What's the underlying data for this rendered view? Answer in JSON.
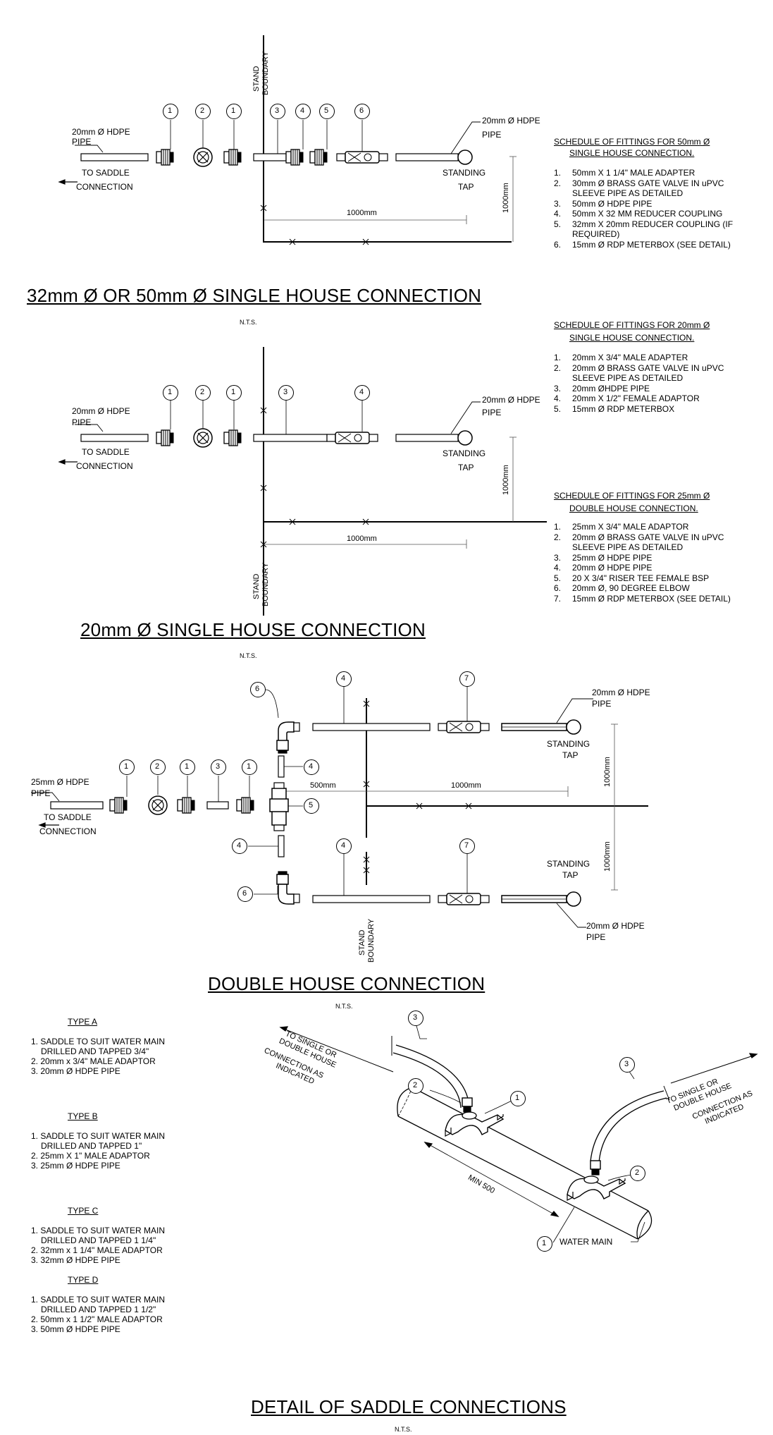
{
  "section1": {
    "title": "32mm Ø OR 50mm Ø SINGLE HOUSE CONNECTION",
    "nts": "N.T.S.",
    "boundary_a": "STAND",
    "boundary_b": "BOUNDARY",
    "pipe_left_a": "20mm Ø HDPE",
    "pipe_left_b": "PIPE",
    "saddle_a": "TO SADDLE",
    "saddle_b": "CONNECTION",
    "pipe_right_a": "20mm Ø HDPE",
    "pipe_right_b": "PIPE",
    "tap_a": "STANDING",
    "tap_b": "TAP",
    "dim_h": "1000mm",
    "dim_v": "1000mm",
    "callouts": [
      "1",
      "2",
      "1",
      "3",
      "4",
      "5",
      "6"
    ],
    "schedule_title_a": "SCHEDULE OF FITTINGS FOR 50mm Ø",
    "schedule_title_b": "SINGLE HOUSE CONNECTION.",
    "schedule": [
      {
        "n": "1.",
        "t": "50mm X 1 1/4\" MALE ADAPTER"
      },
      {
        "n": "2.",
        "t": "30mm Ø BRASS GATE VALVE IN uPVC SLEEVE PIPE AS DETAILED"
      },
      {
        "n": "3.",
        "t": "50mm Ø HDPE PIPE"
      },
      {
        "n": "4.",
        "t": "50mm X 32 MM REDUCER COUPLING"
      },
      {
        "n": "5.",
        "t": "32mm X 20mm REDUCER COUPLING (IF REQUIRED)"
      },
      {
        "n": "6.",
        "t": "15mm Ø RDP METERBOX (SEE DETAIL)"
      }
    ]
  },
  "section2": {
    "title": "20mm Ø SINGLE HOUSE CONNECTION",
    "nts": "N.T.S.",
    "nts_top": "N.T.S.",
    "boundary_a": "STAND",
    "boundary_b": "BOUNDARY",
    "pipe_left_a": "20mm Ø HDPE",
    "pipe_left_b": "PIPE",
    "saddle_a": "TO SADDLE",
    "saddle_b": "CONNECTION",
    "pipe_right_a": "20mm Ø HDPE",
    "pipe_right_b": "PIPE",
    "tap_a": "STANDING",
    "tap_b": "TAP",
    "dim_h": "1000mm",
    "dim_v": "1000mm",
    "callouts": [
      "1",
      "2",
      "1",
      "3",
      "4"
    ],
    "schedule_title_a": "SCHEDULE OF FITTINGS FOR 20mm Ø",
    "schedule_title_b": "SINGLE HOUSE CONNECTION.",
    "schedule": [
      {
        "n": "1.",
        "t": "20mm X 3/4\" MALE ADAPTER"
      },
      {
        "n": "2.",
        "t": "20mm Ø BRASS GATE VALVE IN uPVC SLEEVE PIPE AS DETAILED"
      },
      {
        "n": "3.",
        "t": "20mm ØHDPE PIPE"
      },
      {
        "n": "4.",
        "t": "20mm X 1/2\" FEMALE ADAPTOR"
      },
      {
        "n": "5.",
        "t": "15mm Ø RDP METERBOX"
      }
    ],
    "schedule2_title_a": "SCHEDULE OF FITTINGS FOR 25mm Ø",
    "schedule2_title_b": "DOUBLE HOUSE CONNECTION.",
    "schedule2": [
      {
        "n": "1.",
        "t": "25mm X 3/4\" MALE ADAPTOR"
      },
      {
        "n": "2.",
        "t": "20mm Ø BRASS GATE VALVE IN uPVC SLEEVE PIPE AS DETAILED"
      },
      {
        "n": "3.",
        "t": "25mm Ø HDPE PIPE"
      },
      {
        "n": "4.",
        "t": "20mm Ø HDPE PIPE"
      },
      {
        "n": "5.",
        "t": "20 X 3/4\" RISER TEE FEMALE BSP"
      },
      {
        "n": "6.",
        "t": "20mm Ø, 90 DEGREE ELBOW"
      },
      {
        "n": "7.",
        "t": "15mm Ø RDP METERBOX (SEE DETAIL)"
      }
    ]
  },
  "section3": {
    "title": "DOUBLE HOUSE CONNECTION",
    "nts": "N.T.S.",
    "pipe_left_a": "25mm Ø HDPE",
    "pipe_left_b": "PIPE",
    "saddle_a": "TO SADDLE",
    "saddle_b": "CONNECTION",
    "pipe_top_a": "20mm Ø HDPE",
    "pipe_top_b": "PIPE",
    "pipe_bot_a": "20mm Ø HDPE",
    "pipe_bot_b": "PIPE",
    "tap_a": "STANDING",
    "tap_b": "TAP",
    "dim_500": "500mm",
    "dim_1000": "1000mm",
    "dim_v1": "1000mm",
    "dim_v2": "1000mm",
    "boundary_a": "STAND",
    "boundary_b": "BOUNDARY",
    "callouts": [
      "1",
      "2",
      "1",
      "3",
      "1",
      "4",
      "5",
      "4",
      "6",
      "4",
      "7",
      "6",
      "4",
      "7"
    ]
  },
  "section4": {
    "title": "DETAIL OF SADDLE CONNECTIONS",
    "nts": "N.T.S.",
    "types": [
      {
        "name": "TYPE A",
        "items": [
          "1. SADDLE TO SUIT WATER MAIN",
          "DRILLED AND TAPPED 3/4\"",
          "2. 20mm x 3/4\" MALE ADAPTOR",
          "3. 20mm Ø HDPE PIPE"
        ]
      },
      {
        "name": "TYPE B",
        "items": [
          "1. SADDLE TO SUIT WATER MAIN",
          "DRILLED AND TAPPED 1\"",
          "2. 25mm X 1\" MALE ADAPTOR",
          "3. 25mm Ø HDPE PIPE"
        ]
      },
      {
        "name": "TYPE C",
        "items": [
          "1. SADDLE TO SUIT WATER MAIN",
          "DRILLED AND TAPPED 1 1/4\"",
          "2. 32mm x 1 1/4\" MALE ADAPTOR",
          "3. 32mm Ø HDPE PIPE"
        ]
      },
      {
        "name": "TYPE D",
        "items": [
          "1. SADDLE TO SUIT WATER MAIN",
          "DRILLED AND TAPPED 1 1/2\"",
          "2. 50mm x 1 1/2\" MALE ADAPTOR",
          "3. 50mm Ø HDPE PIPE"
        ]
      }
    ],
    "to_left_a": "TO SINGLE OR",
    "to_left_b": "DOUBLE HOUSE",
    "to_left_c": "CONNECTION AS",
    "to_left_d": "INDICATED",
    "to_right_a": "TO SINGLE OR",
    "to_right_b": "DOUBLE HOUSE",
    "to_right_c": "CONNECTION AS",
    "to_right_d": "INDICATED",
    "min": "MIN 500",
    "water_main": "WATER MAIN",
    "callouts": [
      "3",
      "2",
      "1",
      "3",
      "2",
      "1"
    ]
  }
}
